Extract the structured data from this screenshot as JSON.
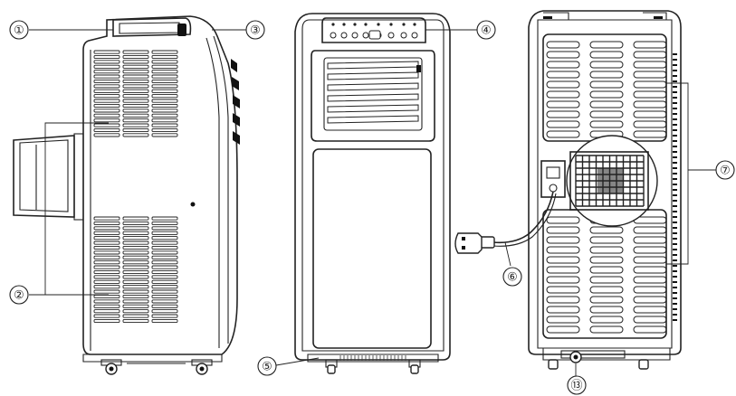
{
  "callouts": [
    {
      "id": "1",
      "label": "①"
    },
    {
      "id": "2",
      "label": "②"
    },
    {
      "id": "3",
      "label": "③"
    },
    {
      "id": "4",
      "label": "④"
    },
    {
      "id": "5",
      "label": "⑤"
    },
    {
      "id": "6",
      "label": "⑥"
    },
    {
      "id": "7",
      "label": "⑦"
    },
    {
      "id": "13",
      "label": "⑬"
    }
  ],
  "colors": {
    "line": "#222222",
    "background": "#ffffff"
  }
}
